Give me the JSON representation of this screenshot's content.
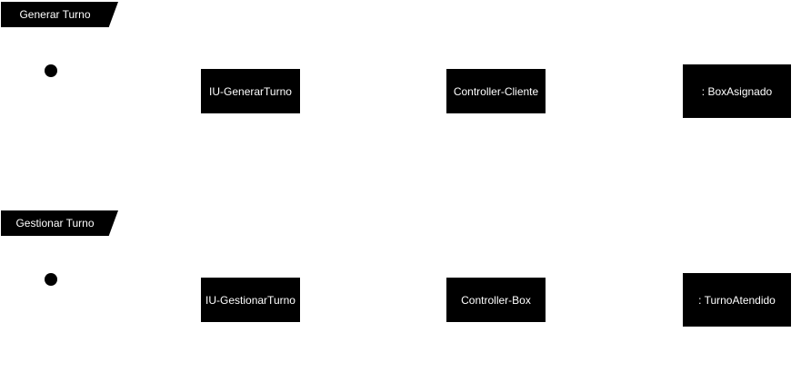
{
  "frames": [
    {
      "tab_label": "Generar Turno",
      "boundary_label": "IU-GenerarTurno",
      "controller_label": "Controller-Cliente",
      "entity_label": ": BoxAsignado"
    },
    {
      "tab_label": "Gestionar Turno",
      "boundary_label": "IU-GestionarTurno",
      "controller_label": "Controller-Box",
      "entity_label": ": TurnoAtendido"
    }
  ],
  "colors": {
    "shape_fill": "#000000",
    "text": "#ffffff",
    "background": "#ffffff"
  }
}
